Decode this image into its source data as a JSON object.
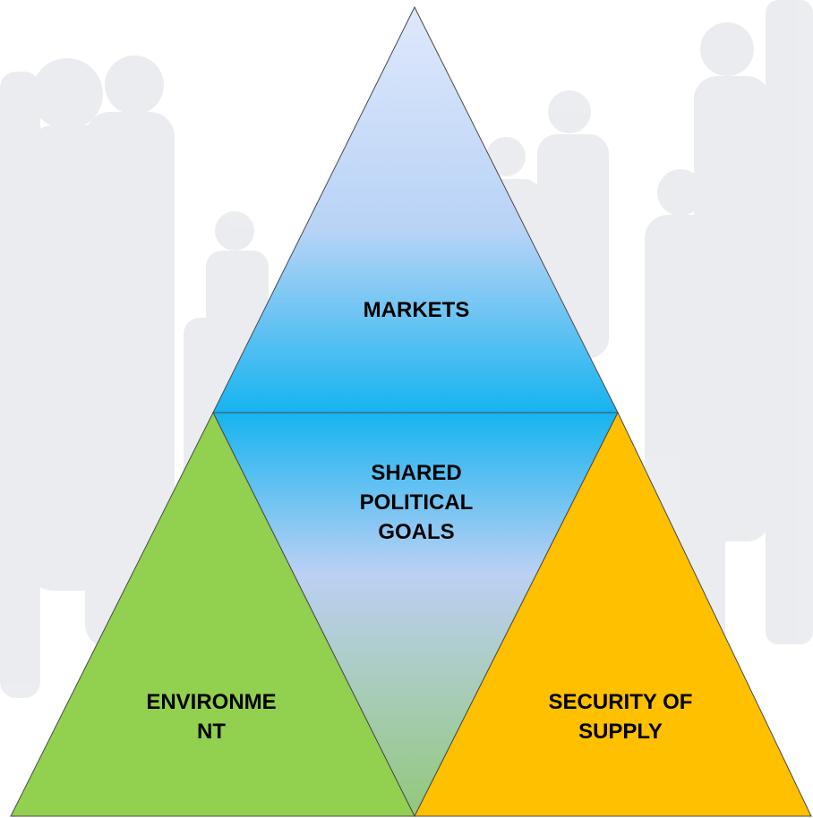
{
  "diagram": {
    "segments": {
      "top": {
        "lines": [
          "MARKETS"
        ]
      },
      "middle": {
        "lines": [
          "SHARED",
          "POLITICAL",
          "GOALS"
        ]
      },
      "left": {
        "lines": [
          "ENVIRONME",
          "NT"
        ]
      },
      "right": {
        "lines": [
          "SECURITY OF",
          "SUPPLY"
        ]
      }
    },
    "colors": {
      "left_fill": "#92d050",
      "right_fill": "#ffc000",
      "top_gradient": [
        "#dfe8fb",
        "#b8d3f6",
        "#16b4f0"
      ],
      "middle_gradient": [
        "#16b4f0",
        "#bcd0f4",
        "#92c87a"
      ],
      "outline": "#4a4a4a"
    }
  }
}
